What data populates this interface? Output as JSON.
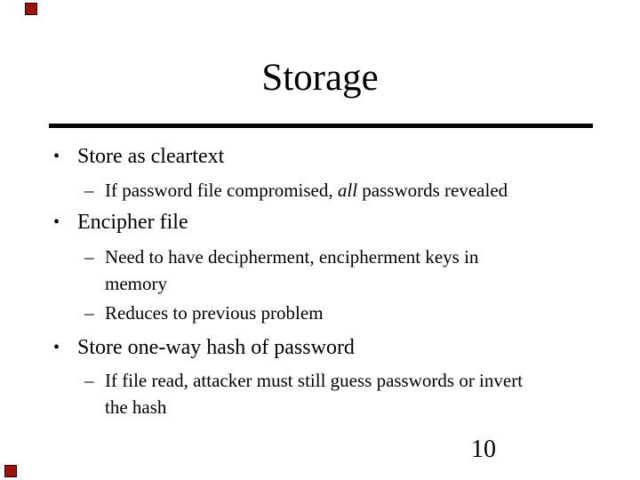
{
  "slide": {
    "title": "Storage",
    "page_number": "10",
    "bullet_char": "•",
    "dash_char": "–",
    "marker_color": "#9b140c",
    "content": {
      "bullet1": "Store as cleartext",
      "sub1": {
        "prefix": "If password file compromised, ",
        "italic": "all",
        "suffix": " passwords revealed"
      },
      "bullet2": "Encipher file",
      "sub2": "Need to have decipherment, encipherment keys in\nmemory",
      "sub3": "Reduces to previous problem",
      "bullet3": "Store one-way hash of password",
      "sub4": "If file read, attacker must still guess passwords or invert\nthe hash"
    }
  }
}
